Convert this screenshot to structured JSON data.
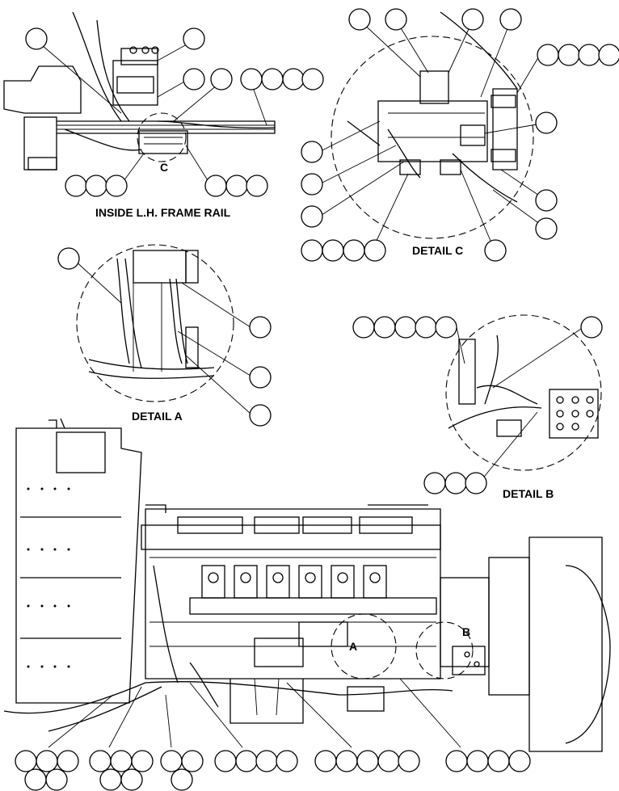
{
  "title": "",
  "views": {
    "frame_rail": {
      "caption": "INSIDE L.H. FRAME RAIL",
      "marker": "C"
    },
    "detail_c": {
      "caption": "DETAIL C"
    },
    "detail_a": {
      "caption": "DETAIL A"
    },
    "detail_b": {
      "caption": "DETAIL B"
    },
    "engine": {
      "marker_a": "A",
      "marker_b": "B"
    }
  },
  "callout_balloons": "empty reference circles (no printed numbers)",
  "colors": {
    "line": "#000000",
    "background": "#ffffff"
  }
}
